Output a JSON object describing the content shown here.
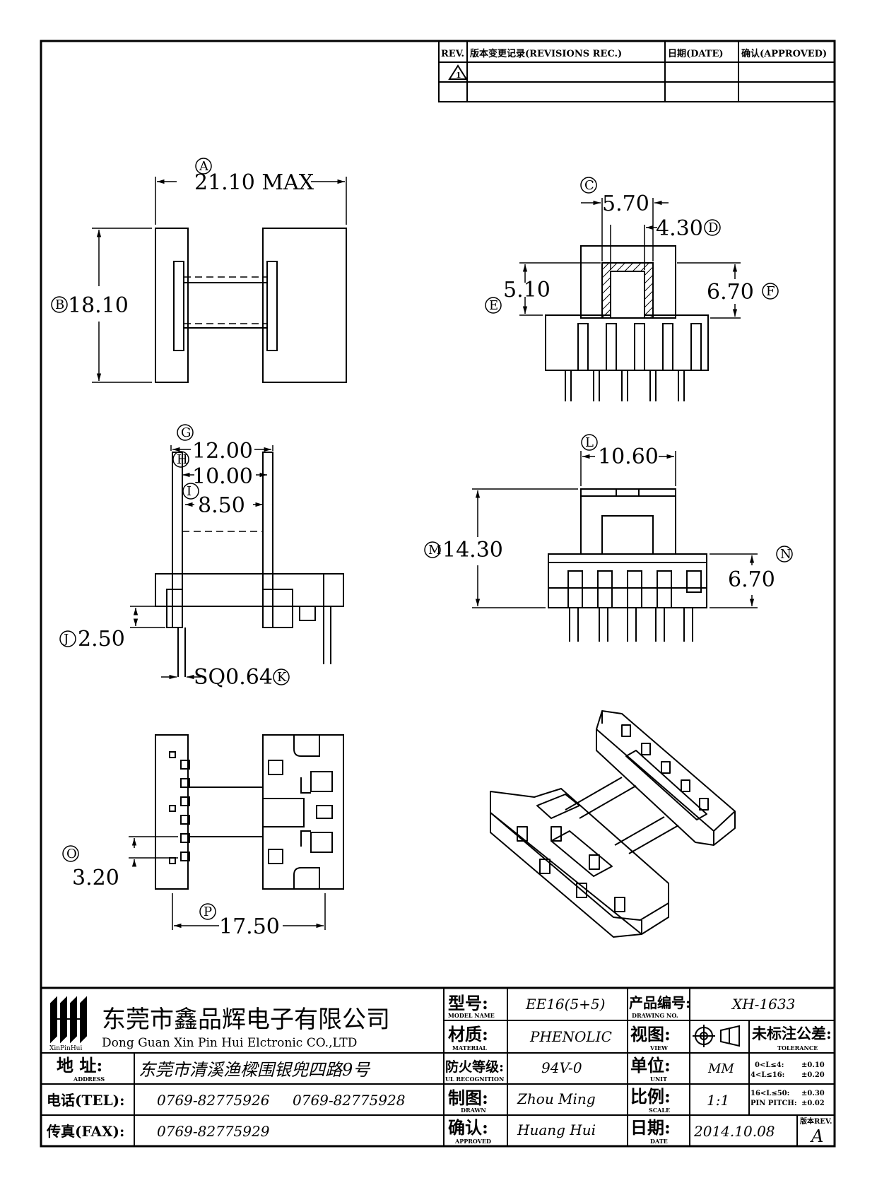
{
  "revisions": {
    "headers": [
      "REV.",
      "版本变更记录(REVISIONS REC.)",
      "日期(DATE)",
      "确认(APPROVED)"
    ],
    "rev_mark": "1"
  },
  "dimensions": {
    "A": {
      "label": "A",
      "value": "21.10 MAX"
    },
    "B": {
      "label": "B",
      "value": "18.10"
    },
    "C": {
      "label": "C",
      "value": "5.70"
    },
    "D": {
      "label": "D",
      "value": "4.30"
    },
    "E": {
      "label": "E",
      "value": "5.10"
    },
    "F": {
      "label": "F",
      "value": "6.70"
    },
    "G": {
      "label": "G",
      "value": "12.00"
    },
    "H": {
      "label": "H",
      "value": "10.00"
    },
    "I": {
      "label": "I",
      "value": "8.50"
    },
    "J": {
      "label": "J",
      "value": "2.50"
    },
    "K": {
      "label": "K",
      "value": "SQ0.64"
    },
    "L": {
      "label": "L",
      "value": "10.60"
    },
    "M": {
      "label": "M",
      "value": "14.30"
    },
    "N": {
      "label": "N",
      "value": "6.70"
    },
    "O": {
      "label": "O",
      "value": "3.20"
    },
    "P": {
      "label": "P",
      "value": "17.50"
    }
  },
  "title_block": {
    "logo_text": "XinPinHui",
    "company_cn": "东莞市鑫品辉电子有限公司",
    "company_en": "Dong Guan Xin Pin Hui Elctronic CO.,LTD",
    "address_label": "地 址:",
    "address_sub": "ADDRESS",
    "address": "东莞市清溪渔樑围银兜四路9号",
    "tel_label": "电话(TEL):",
    "tel1": "0769-82775926",
    "tel2": "0769-82775928",
    "fax_label": "传真(FAX):",
    "fax": "0769-82775929",
    "model_label": "型号:",
    "model_sub": "MODEL NAME",
    "model": "EE16(5+5)",
    "material_label": "材质:",
    "material_sub": "MATERIAL",
    "material": "PHENOLIC",
    "ul_label": "防火等级:",
    "ul_sub": "UL RECOGNITION",
    "ul": "94V-0",
    "drawn_label": "制图:",
    "drawn_sub": "DRAWN",
    "drawn": "Zhou Ming",
    "approved_label": "确认:",
    "approved_sub": "APPROVED",
    "approved": "Huang Hui",
    "drawing_no_label": "产品编号:",
    "drawing_no_sub": "DRAWING NO.",
    "drawing_no": "XH-1633",
    "view_label": "视图:",
    "view_sub": "VIEW",
    "unit_label": "单位:",
    "unit_sub": "UNIT",
    "unit": "MM",
    "scale_label": "比例:",
    "scale_sub": "SCALE",
    "scale": "1:1",
    "date_label": "日期:",
    "date_sub": "DATE",
    "date": "2014.10.08",
    "tolerance_label": "未标注公差:",
    "tolerance_sub": "TOLERANCE",
    "tolerances": [
      {
        "range": "0<L≤4:",
        "value": "±0.10"
      },
      {
        "range": "4<L≤16:",
        "value": "±0.20"
      },
      {
        "range": "16<L≤50:",
        "value": "±0.30"
      },
      {
        "range": "PIN PITCH:",
        "value": "±0.02"
      }
    ],
    "rev_label": "版本REV.",
    "rev": "A"
  }
}
